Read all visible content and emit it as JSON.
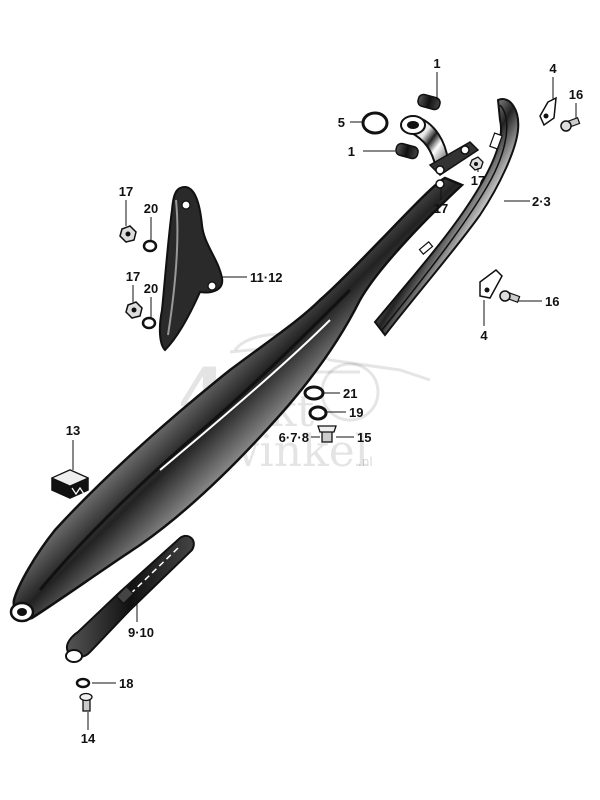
{
  "watermark": {
    "line1": "takt",
    "line2": "winkel",
    "suffix": ".nl",
    "digit": "4"
  },
  "callouts": [
    {
      "id": "c1a",
      "text": "1"
    },
    {
      "id": "c1b",
      "text": "1"
    },
    {
      "id": "c2-3",
      "text": "2·3"
    },
    {
      "id": "c4a",
      "text": "4"
    },
    {
      "id": "c4b",
      "text": "4"
    },
    {
      "id": "c5",
      "text": "5"
    },
    {
      "id": "c6-7-8",
      "text": "6·7·8"
    },
    {
      "id": "c9-10",
      "text": "9·10"
    },
    {
      "id": "c11-12",
      "text": "11·12"
    },
    {
      "id": "c13",
      "text": "13"
    },
    {
      "id": "c14",
      "text": "14"
    },
    {
      "id": "c15",
      "text": "15"
    },
    {
      "id": "c16a",
      "text": "16"
    },
    {
      "id": "c16b",
      "text": "16"
    },
    {
      "id": "c17a",
      "text": "17"
    },
    {
      "id": "c17b",
      "text": "17"
    },
    {
      "id": "c17c",
      "text": "17"
    },
    {
      "id": "c17d",
      "text": "17"
    },
    {
      "id": "c18",
      "text": "18"
    },
    {
      "id": "c19",
      "text": "19"
    },
    {
      "id": "c20a",
      "text": "20"
    },
    {
      "id": "c20b",
      "text": "20"
    },
    {
      "id": "c21",
      "text": "21"
    }
  ],
  "colors": {
    "ink": "#111111",
    "paper": "#ffffff",
    "watermark": "#000000"
  }
}
